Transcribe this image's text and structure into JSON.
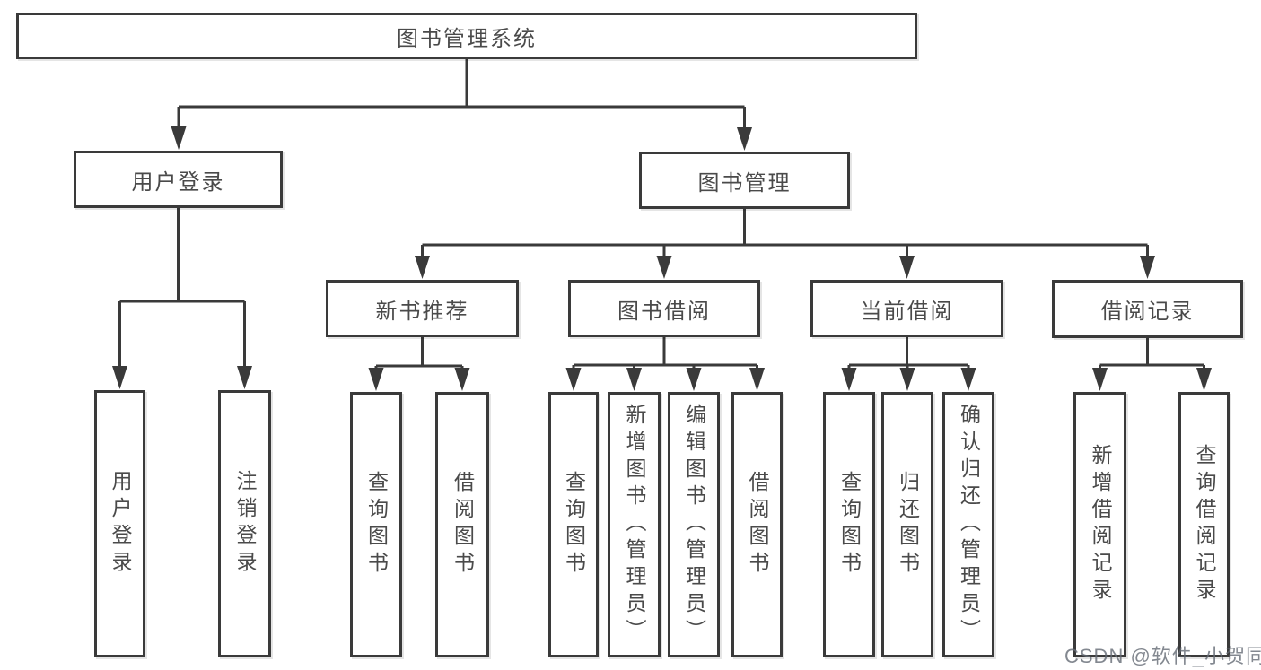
{
  "diagram_title": "图书管理系统",
  "tree": {
    "root": {
      "label": "图书管理系统"
    },
    "branches": [
      {
        "label": "用户登录",
        "children": [
          {
            "label": "用户登录"
          },
          {
            "label": "注销登录"
          }
        ]
      },
      {
        "label": "图书管理",
        "children": [
          {
            "label": "新书推荐",
            "children": [
              {
                "label": "查询图书"
              },
              {
                "label": "借阅图书"
              }
            ]
          },
          {
            "label": "图书借阅",
            "children": [
              {
                "label": "查询图书"
              },
              {
                "label": "新增图书（管理员）"
              },
              {
                "label": "编辑图书（管理员）"
              },
              {
                "label": "借阅图书"
              }
            ]
          },
          {
            "label": "当前借阅",
            "children": [
              {
                "label": "查询图书"
              },
              {
                "label": "归还图书"
              },
              {
                "label": "确认归还（管理员）"
              }
            ]
          },
          {
            "label": "借阅记录",
            "children": [
              {
                "label": "新增借阅记录"
              },
              {
                "label": "查询借阅记录"
              }
            ]
          }
        ]
      }
    ]
  },
  "watermark": {
    "text": "CSDN @软件_小贺同学"
  },
  "colors": {
    "line": "#3a3a3a",
    "text": "#4a4a4a",
    "box_background": "#ffffff",
    "watermark": "#646a74"
  }
}
